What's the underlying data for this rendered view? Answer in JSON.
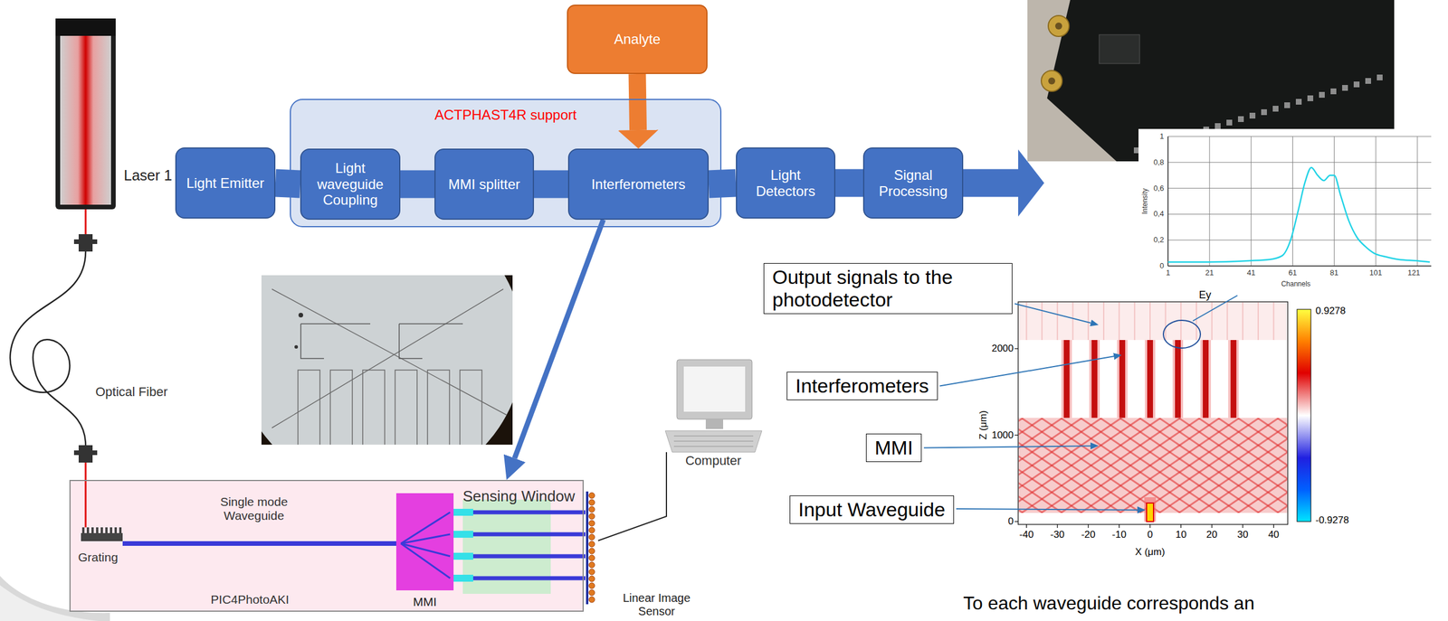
{
  "diagram": {
    "nodes": [
      {
        "text": [
          "Analyte"
        ]
      },
      {
        "text": [
          "ACTPHAST4R support"
        ]
      },
      {
        "text": [
          "Light Emitter"
        ]
      },
      {
        "text": [
          "Light waveguide Coupling"
        ],
        "in": 1
      },
      {
        "text": [
          "MMI splitter"
        ],
        "in": 1
      },
      {
        "text": [
          "Interferometers"
        ],
        "in": 1
      },
      {
        "text": [
          "Light Detectors"
        ]
      },
      {
        "text": [
          "Signal Processing"
        ]
      },
      {
        "text": [
          "Output signals to the photodetector"
        ]
      },
      {
        "text": [
          "Interferometers"
        ]
      },
      {
        "text": [
          "MMI"
        ]
      },
      {
        "text": [
          "Input Waveguide"
        ]
      },
      {
        "text": [
          "Single mode Waveguide",
          "Grating",
          "PIC4PhotoAKI"
        ]
      },
      {
        "text": [
          "MMI"
        ],
        "in": 12
      },
      {
        "text": [
          "Sensing Window"
        ],
        "in": 12
      }
    ],
    "edges": [
      {
        "from": 0,
        "to": 5,
        "arrow": "to"
      },
      {
        "from": 2,
        "to": 3,
        "arrow": "none"
      },
      {
        "from": 3,
        "to": 4,
        "arrow": "none"
      },
      {
        "from": 4,
        "to": 5,
        "arrow": "none"
      },
      {
        "from": 5,
        "to": 6,
        "arrow": "none"
      },
      {
        "from": 6,
        "to": 7,
        "arrow": "none"
      },
      {
        "from": 5,
        "to": 12,
        "arrow": "to"
      }
    ],
    "labels": [
      "Laser 1",
      "Optical Fiber",
      "Computer",
      "Linear Image Sensor",
      "1",
      "0,8",
      "0,6",
      "0,4",
      "0,2",
      "0",
      "Intensity",
      "1",
      "21",
      "41",
      "61",
      "81",
      "101",
      "121",
      "Channels",
      "Ey",
      "2000",
      "1000",
      "0",
      "Z (μm)",
      "-40",
      "-30",
      "-20",
      "-10",
      "0",
      "10",
      "20",
      "30",
      "40",
      "X (μm)",
      "0.9278",
      "-0.9278",
      "To each waveguide corresponds an"
    ]
  }
}
